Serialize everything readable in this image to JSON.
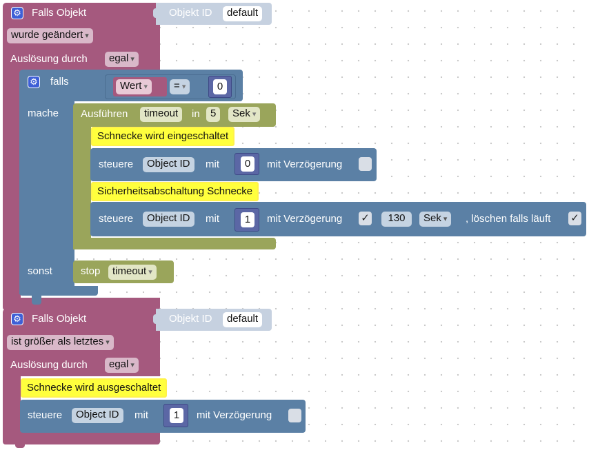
{
  "blocks": {
    "trigger1": {
      "label": "Falls Objekt",
      "object_id_label": "Objekt ID",
      "object_id_value": "default",
      "condition": "wurde geändert",
      "trigger_by_label": "Auslösung durch",
      "trigger_by_value": "egal"
    },
    "if_block": {
      "if_label": "falls",
      "do_label": "mache",
      "else_label": "sonst",
      "compare_left": "Wert",
      "compare_op": "=",
      "compare_right": "0"
    },
    "timeout_block": {
      "label": "Ausführen",
      "name": "timeout",
      "in_label": "in",
      "amount": "5",
      "unit": "Sek"
    },
    "comment1": "Schnecke wird eingeschaltet",
    "control1": {
      "label": "steuere",
      "object": "Object ID",
      "with_label": "mit",
      "value": "0",
      "delay_label": "mit Verzögerung"
    },
    "comment2": "Sicherheitsabschaltung Schnecke",
    "control2": {
      "label": "steuere",
      "object": "Object ID",
      "with_label": "mit",
      "value": "1",
      "delay_label": "mit Verzögerung",
      "delay_check": "✓",
      "delay_value": "130",
      "delay_unit": "Sek",
      "clear_label": ", löschen falls läuft",
      "clear_check": "✓"
    },
    "stop_block": {
      "label": "stop",
      "name": "timeout"
    },
    "trigger2": {
      "label": "Falls Objekt",
      "object_id_label": "Objekt ID",
      "object_id_value": "default",
      "condition": "ist größer als letztes",
      "trigger_by_label": "Auslösung durch",
      "trigger_by_value": "egal"
    },
    "comment3": "Schnecke wird ausgeschaltet",
    "control3": {
      "label": "steuere",
      "object": "Object ID",
      "with_label": "mit",
      "value": "1",
      "delay_label": "mit Verzögerung"
    }
  },
  "colors": {
    "trigger": "#a5597e",
    "logic": "#5b80a5",
    "timeout": "#9aa55b",
    "comment": "#ffff3d",
    "number": "#5b67a5",
    "object_id_block": "#c6d1e0"
  },
  "icons": {
    "settings": "gear-icon",
    "dropdown": "chevron-down-icon"
  }
}
